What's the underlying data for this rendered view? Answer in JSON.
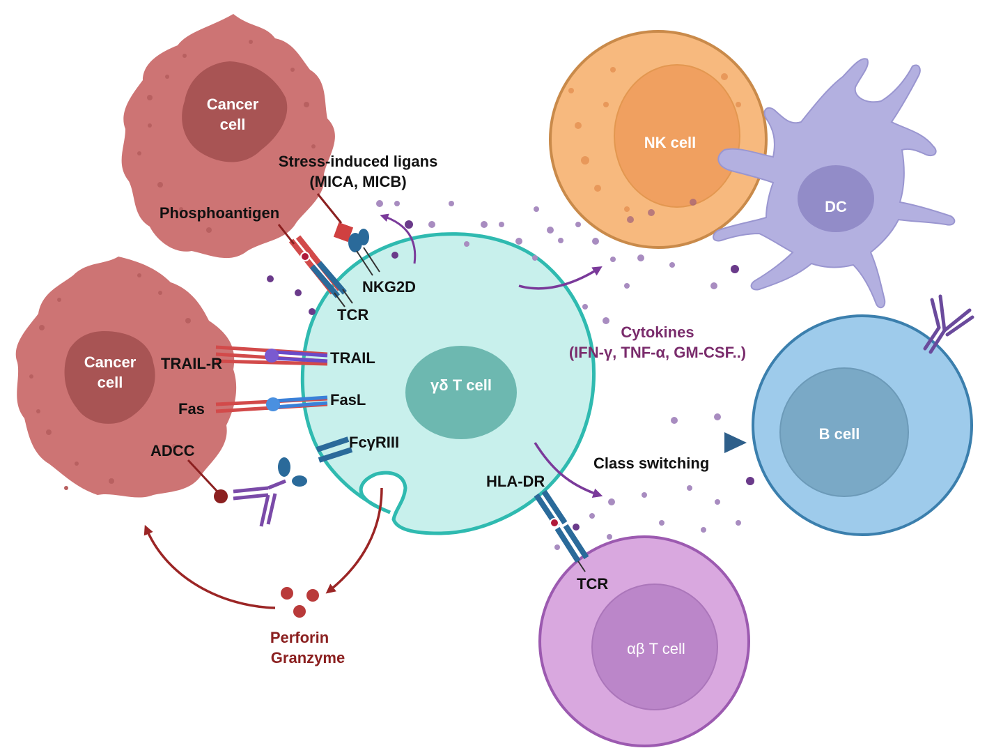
{
  "cells": {
    "cancer_top": {
      "line1": "Cancer",
      "line2": "cell"
    },
    "cancer_left": {
      "line1": "Cancer",
      "line2": "cell"
    },
    "gd_t": "γδ T cell",
    "nk": "NK cell",
    "dc": "DC",
    "b": "B cell",
    "ab_t": "αβ T cell"
  },
  "labels": {
    "stress_line1": "Stress-induced ligans",
    "stress_line2": "(MICA, MICB)",
    "phosphoantigen": "Phosphoantigen",
    "nkg2d": "NKG2D",
    "tcr_left": "TCR",
    "trail_r": "TRAIL-R",
    "trail": "TRAIL",
    "fas": "Fas",
    "fasl": "FasL",
    "adcc": "ADCC",
    "fcgriii": "FcγRIII",
    "hla_dr": "HLA-DR",
    "tcr_bottom": "TCR",
    "cytokines_line1": "Cytokines",
    "cytokines_line2": "(IFN-γ, TNF-α, GM-CSF..)",
    "class_switching": "Class switching",
    "perforin": "Perforin",
    "granzyme": "Granzyme"
  },
  "colors": {
    "cancer_body": "#cd7474",
    "cancer_nucleus": "#a85454",
    "gd_body": "#c8f0ec",
    "gd_border": "#2fbab0",
    "gd_nucleus": "#6db8b0",
    "nk_body": "#f7b97e",
    "nk_border": "#c98a4a",
    "nk_nucleus": "#f0a060",
    "dc_body": "#b3b0e0",
    "dc_nucleus": "#928cc8",
    "b_body": "#9ecbeb",
    "b_border": "#3b7fad",
    "b_nucleus": "#7aa9c6",
    "ab_body": "#d9a8df",
    "ab_border": "#9c5ab0",
    "ab_nucleus": "#bb86c9",
    "cytokine_text": "#7a2c6c",
    "perforin_text": "#8b2020",
    "arrow_purple": "#7a3a9a",
    "arrow_blue": "#2e5f8a",
    "arrow_red": "#9b2525"
  }
}
